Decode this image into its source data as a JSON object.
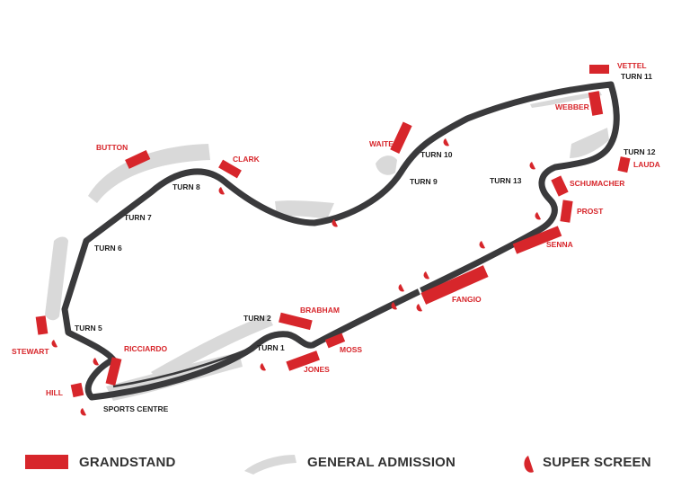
{
  "colors": {
    "track": "#3a3a3c",
    "grandstand": "#d7262b",
    "general_admission": "#d9d9d9",
    "label_red": "#d7262b",
    "label_dark": "#222222"
  },
  "turns": {
    "turn1": "TURN 1",
    "turn2": "TURN 2",
    "turn5": "TURN 5",
    "turn6": "TURN 6",
    "turn7": "TURN 7",
    "turn8": "TURN 8",
    "turn9": "TURN 9",
    "turn10": "TURN 10",
    "turn11": "TURN 11",
    "turn12": "TURN 12",
    "turn13": "TURN 13",
    "sports_centre": "SPORTS CENTRE"
  },
  "grandstands": {
    "vettel": "VETTEL",
    "webber": "WEBBER",
    "lauda": "LAUDA",
    "schumacher": "SCHUMACHER",
    "prost": "PROST",
    "senna": "SENNA",
    "fangio": "FANGIO",
    "brabham": "BRABHAM",
    "moss": "MOSS",
    "jones": "JONES",
    "ricciardo": "RICCIARDO",
    "stewart": "STEWART",
    "hill": "HILL",
    "button": "BUTTON",
    "clark": "CLARK",
    "waite": "WAITE"
  },
  "legend": {
    "grandstand": "GRANDSTAND",
    "general_admission": "GENERAL ADMISSION",
    "super_screen": "SUPER SCREEN"
  }
}
